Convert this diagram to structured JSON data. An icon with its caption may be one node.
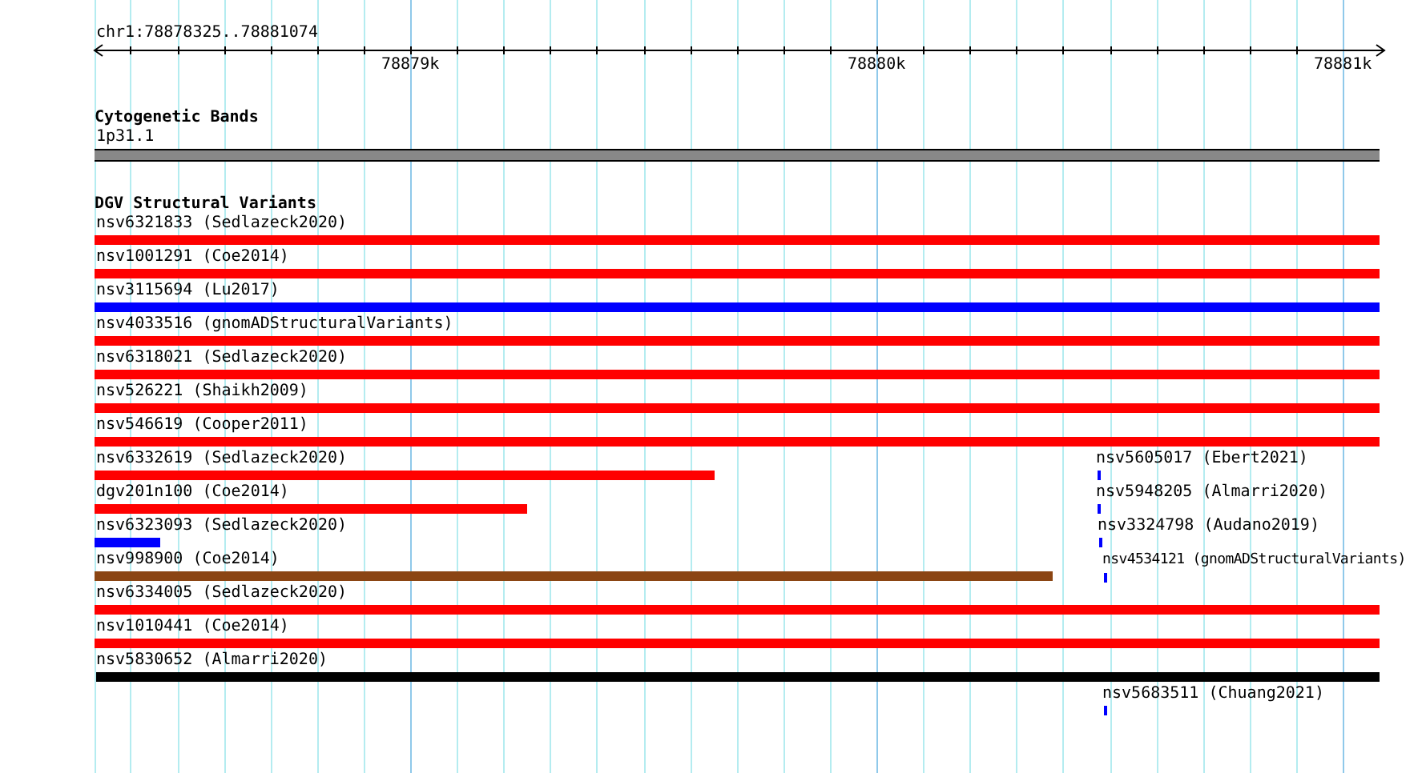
{
  "diagram": {
    "title": "chr1:78878325..78881074",
    "nodes": [
      {
        "text": [
          "1p31.1"
        ]
      },
      {
        "text": [
          "nsv6321833 (Sedlazeck2020)"
        ]
      },
      {
        "text": [
          "nsv1001291 (Coe2014)"
        ]
      },
      {
        "text": [
          "nsv3115694 (Lu2017)"
        ]
      },
      {
        "text": [
          "nsv4033516 (gnomADStructuralVariants)"
        ]
      },
      {
        "text": [
          "nsv6318021 (Sedlazeck2020)"
        ]
      },
      {
        "text": [
          "nsv526221 (Shaikh2009)"
        ]
      },
      {
        "text": [
          "nsv546619 (Cooper2011)"
        ]
      },
      {
        "text": [
          "nsv6332619 (Sedlazeck2020)"
        ]
      },
      {
        "text": [
          "nsv5605017 (Ebert2021)"
        ]
      },
      {
        "text": [
          "dgv201n100 (Coe2014)"
        ]
      },
      {
        "text": [
          "nsv5948205 (Almarri2020)"
        ]
      },
      {
        "text": [
          "nsv6323093 (Sedlazeck2020)"
        ]
      },
      {
        "text": [
          "nsv3324798 (Audano2019)"
        ]
      },
      {
        "text": [
          "nsv998900 (Coe2014)"
        ]
      },
      {
        "text": [
          "nsv4534121 (gnomADStructuralVariants)"
        ]
      },
      {
        "text": [
          "nsv6334005 (Sedlazeck2020)"
        ]
      },
      {
        "text": [
          "nsv1010441 (Coe2014)"
        ]
      },
      {
        "text": [
          "nsv5830652 (Almarri2020)"
        ]
      },
      {
        "text": [
          "nsv5683511 (Chuang2021)"
        ]
      }
    ],
    "labels": [
      "78879k",
      "78880k",
      "78881k",
      "Cytogenetic Bands",
      "DGV Structural Variants"
    ]
  }
}
